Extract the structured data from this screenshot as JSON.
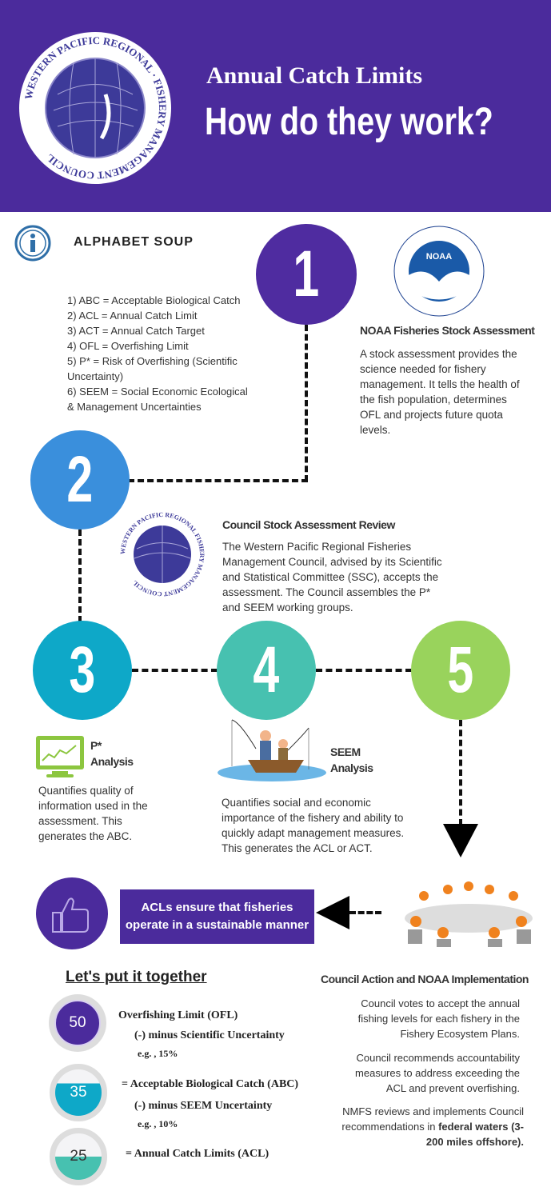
{
  "header": {
    "logo_text": "WESTERN PACIFIC REGIONAL FISHERY MANAGEMENT COUNCIL",
    "title": "Annual Catch Limits",
    "subtitle": "How do they work?"
  },
  "colors": {
    "purple": "#4b2b9c",
    "step1": "#4f2ca0",
    "step2": "#3a8fdc",
    "step3": "#0ea8c8",
    "step4": "#47c1b0",
    "step5": "#99d35c"
  },
  "glossary": {
    "icon": "info-icon",
    "heading": "ALPHABET SOUP",
    "items": [
      "1) ABC = Acceptable Biological Catch",
      "2) ACL = Annual Catch Limit",
      "3) ACT = Annual Catch Target",
      "4) OFL = Overfishing Limit",
      "5) P* = Risk of Overfishing (Scientific Uncertainty)",
      "6) SEEM = Social Economic Ecological & Management Uncertainties"
    ]
  },
  "steps": [
    {
      "number": "1",
      "logo_text": "NOAA",
      "heading": "NOAA Fisheries Stock Assessment",
      "text": "A stock assessment provides the science needed for fishery management. It tells the health of the fish population, determines OFL and projects future quota levels."
    },
    {
      "number": "2",
      "logo_text": "WESTERN PACIFIC REGIONAL FISHERY MANAGEMENT COUNCIL",
      "heading": "Council Stock Assessment Review",
      "text": "The Western Pacific Regional Fisheries Management Council, advised by its Scientific and Statistical Committee (SSC), accepts the assessment. The Council assembles the P* and SEEM working groups."
    },
    {
      "number": "3",
      "heading_line1": "P*",
      "heading_line2": "Analysis",
      "text": "Quantifies quality of information used in the assessment. This generates the ABC."
    },
    {
      "number": "4",
      "heading_line1": "SEEM",
      "heading_line2": "Analysis",
      "text": "Quantifies social and economic importance of the fishery and ability to quickly adapt management measures. This generates the ACL or ACT."
    },
    {
      "number": "5"
    }
  ],
  "banner": {
    "text_line1": "ACLs ensure that fisheries",
    "text_line2": "operate in a sustainable manner"
  },
  "together": {
    "heading": "Let's put it together",
    "rows": [
      {
        "value": "50",
        "fill": 1.0,
        "label": "Overfishing Limit (OFL)",
        "note": "(-) minus Scientific Uncertainty",
        "example": "e.g. , 15%"
      },
      {
        "value": "35",
        "fill": 0.7,
        "label": "= Acceptable Biological Catch (ABC)",
        "note": "(-) minus SEEM Uncertainty",
        "example": "e.g. , 10%"
      },
      {
        "value": "25",
        "fill": 0.5,
        "label": "= Annual Catch Limits (ACL)"
      }
    ]
  },
  "council_action": {
    "heading": "Council Action and NOAA Implementation",
    "p1": "Council votes to accept the annual fishing levels for each fishery in the Fishery Ecosystem Plans.",
    "p2": "Council recommends accountability measures to address exceeding the ACL and prevent overfishing.",
    "p3_pre": "NMFS reviews and implements Council recommendations in ",
    "p3_bold": "federal waters (3-200 miles offshore)."
  }
}
